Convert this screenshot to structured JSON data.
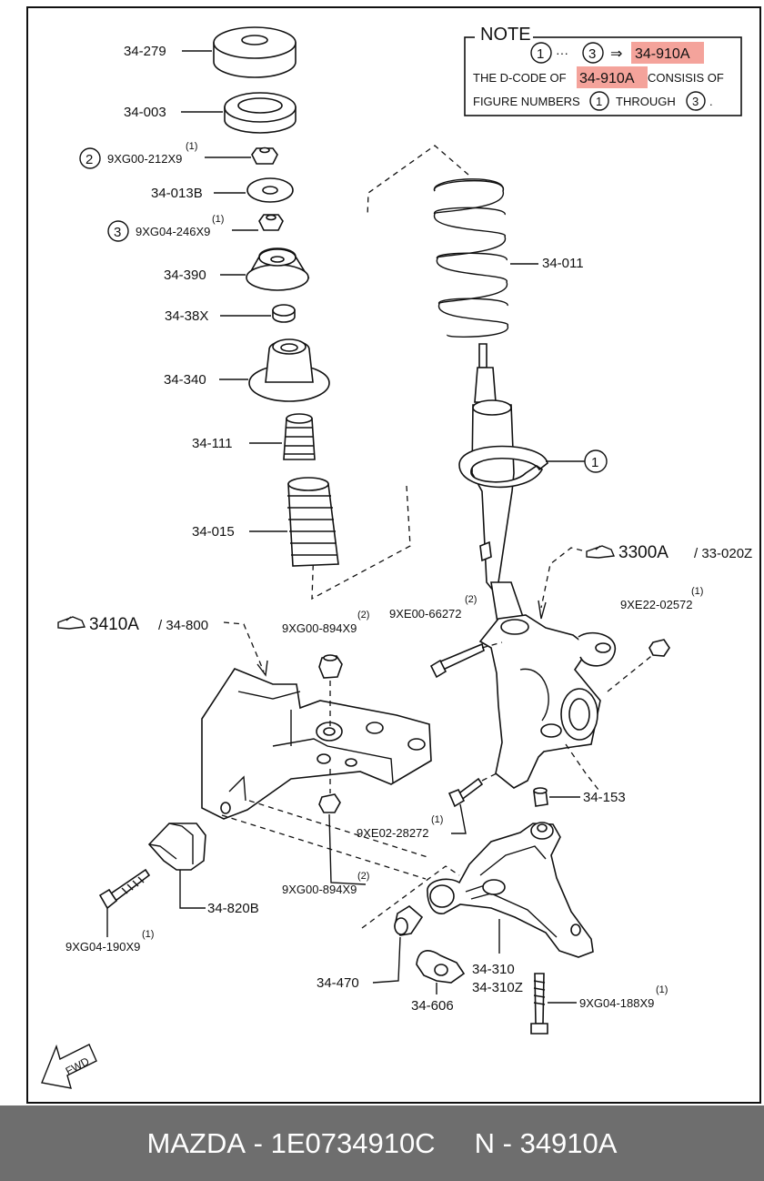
{
  "note": {
    "heading": "NOTE",
    "range_from": "1",
    "range_sep": "···",
    "range_to": "3",
    "arrow": "⇒",
    "code": "34-910A",
    "line2_a": "THE D-CODE OF",
    "line2_code": "34-910A",
    "line2_b": "CONSISIS OF",
    "line3_a": "FIGURE NUMBERS",
    "line3_n1": "1",
    "line3_b": "THROUGH",
    "line3_n2": "3",
    "line3_end": "."
  },
  "parts": {
    "p1": "34-279",
    "p2": "34-003",
    "p3_circle": "2",
    "p3": "9XG00-212X9",
    "p3_qty": "(1)",
    "p4": "34-013B",
    "p5_circle": "3",
    "p5": "9XG04-246X9",
    "p5_qty": "(1)",
    "p6": "34-390",
    "p7": "34-38X",
    "p8": "34-340",
    "p9": "34-111",
    "p10": "34-015",
    "p11": "34-011",
    "p12_circle": "1",
    "ref_sub": "3410A",
    "ref_sub_code": "/ 34-800",
    "ref_knuckle": "3300A",
    "ref_knuckle_code": "/ 33-020Z",
    "p13": "9XG00-894X9",
    "p13_qty": "(2)",
    "p14": "9XE00-66272",
    "p14_qty": "(2)",
    "p15": "9XE22-02572",
    "p15_qty": "(1)",
    "p16": "34-153",
    "p17": "9XE02-28272",
    "p17_qty": "(1)",
    "p18": "9XG00-894X9",
    "p18_qty": "(2)",
    "p19": "34-820B",
    "p20": "9XG04-190X9",
    "p20_qty": "(1)",
    "p21": "34-470",
    "p22": "34-606",
    "p23": "34-310",
    "p24": "34-310Z",
    "p25": "9XG04-188X9",
    "p25_qty": "(1)",
    "fwd": "FWD"
  },
  "footer": {
    "brand": "MAZDA",
    "sep1": " - ",
    "code": "1E0734910C",
    "sep2": "     N - ",
    "number": "34910A"
  },
  "colors": {
    "highlight": "#f4a39b",
    "footer_bg": "#6e6e6e",
    "footer_text": "#ffffff"
  }
}
